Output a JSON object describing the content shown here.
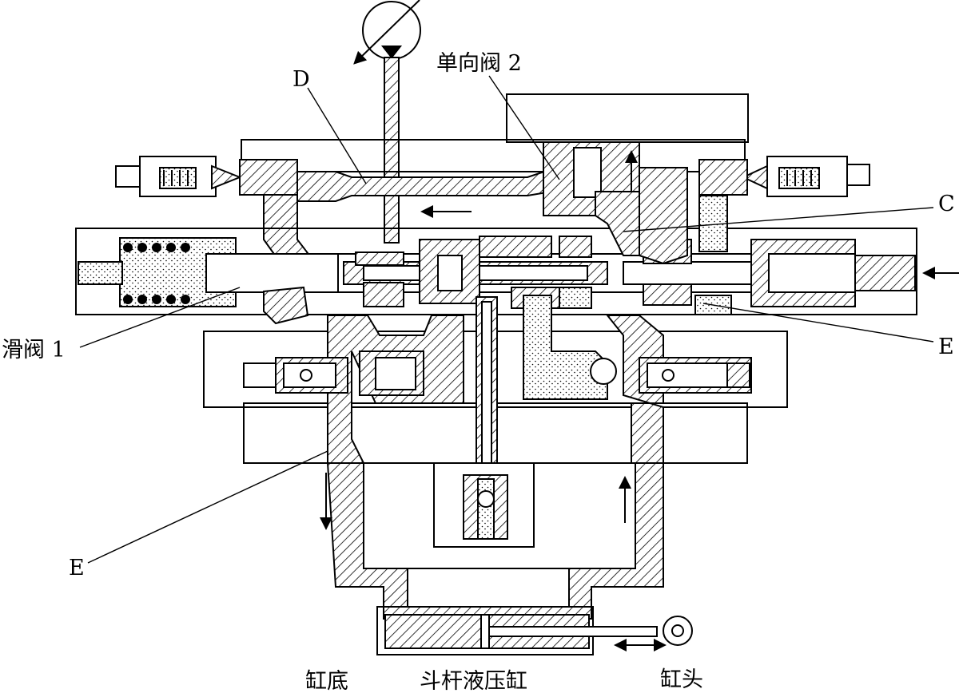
{
  "labels": {
    "check_valve_2": "单向阀 2",
    "D": "D",
    "C": "C",
    "E_right": "E",
    "E_left": "E",
    "spool_valve_1": "滑阀 1",
    "cylinder_bottom": "缸底",
    "cylinder_name": "斗杆液压缸",
    "cylinder_head": "缸头"
  },
  "colors": {
    "line": "#000000",
    "background": "#ffffff"
  }
}
